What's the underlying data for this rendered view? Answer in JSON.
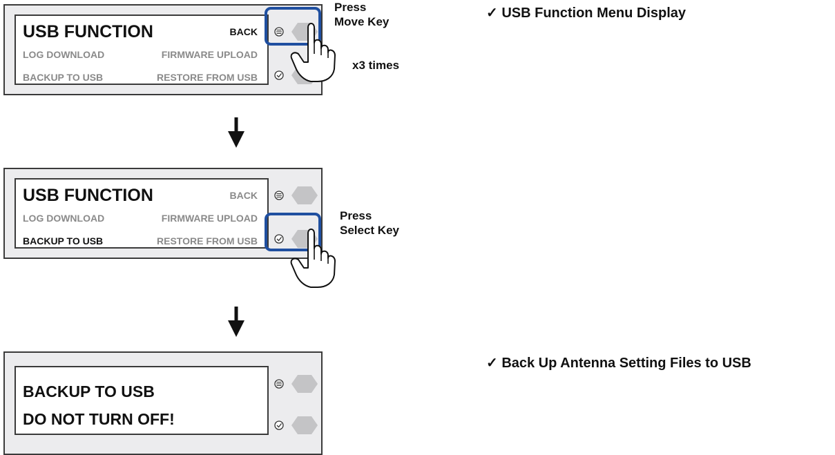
{
  "step1": {
    "title": "USB FUNCTION",
    "back": "BACK",
    "options": [
      "LOG DOWNLOAD",
      "FIRMWARE UPLOAD",
      "BACKUP TO USB",
      "RESTORE FROM USB"
    ],
    "callout_line1": "Press",
    "callout_line2": "Move Key",
    "repeat": "x3 times",
    "note": "✓ USB Function Menu Display"
  },
  "step2": {
    "title": "USB FUNCTION",
    "back": "BACK",
    "options": [
      "LOG DOWNLOAD",
      "FIRMWARE UPLOAD",
      "BACKUP TO USB",
      "RESTORE FROM USB"
    ],
    "selected_option": "BACKUP TO USB",
    "callout_line1": "Press",
    "callout_line2": "Select Key"
  },
  "step3": {
    "line1": "BACKUP TO USB",
    "line2": "DO NOT TURN OFF!",
    "note": "✓ Back Up Antenna Setting Files to USB"
  },
  "icons": {
    "move_key": "menu-lines-icon",
    "select_key": "check-circle-icon",
    "key_button": "hexagon-key-icon",
    "hand": "pointing-hand-icon",
    "flow_arrow": "down-arrow-icon"
  },
  "colors": {
    "panel_bg": "#ececee",
    "highlight": "#1f4fa0",
    "key_gray": "#c4c4c6",
    "dim_text": "#8a8a8a"
  }
}
